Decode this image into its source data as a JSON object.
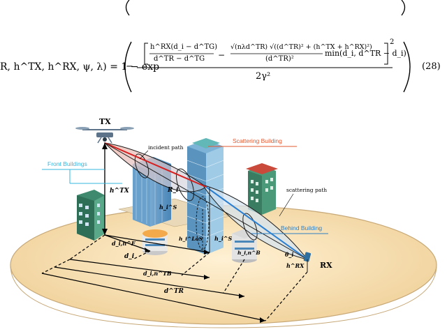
{
  "equation": {
    "lhs": "R, h^TX, h^RX, ψ, λ) = 1 − exp",
    "numerator_left": "h^RX(d_i − d^TG)",
    "numerator_left_den": "d^TR − d^TG",
    "numerator_mid": "√(nλd^TR) √((d^TR)² + (h^TX + h^RX)²)",
    "numerator_mid_den": "(d^TR)²",
    "numerator_right": "min(d_i, d^TR − d_i)",
    "exponent": "2",
    "denominator": "2γ²",
    "number": "(28)"
  },
  "figure": {
    "tx_label": "TX",
    "rx_label": "RX",
    "incident_path": "incident path",
    "scattering_path": "scattering path",
    "scattering_building": "Scattering Building",
    "front_buildings": "Front Buildings",
    "behind_building": "Behind Building",
    "h_tx": "h^TX",
    "h_rx": "h^RX",
    "h_i_S_left": "h_i^S",
    "h_i_S_right": "h_i^S",
    "h_i_LoS": "h_i^LoS",
    "h_i_B": "h_i,n^B",
    "R_i": "R_i",
    "theta_i": "θ_i",
    "d_i_n_F": "d_i,n^F",
    "d_i": "d_i",
    "d_i_n_TB": "d_i,n^TB",
    "d_TR": "d^TR"
  },
  "colors": {
    "ground": "#f7e3b8",
    "ground_edge": "#c7a877",
    "scatter_label": "#e3582f",
    "front_label": "#35b7e0",
    "behind_label": "#2e7fc2",
    "ellipse_fill": "#e89a8f",
    "ellipse_stroke": "#1a1a1a"
  }
}
